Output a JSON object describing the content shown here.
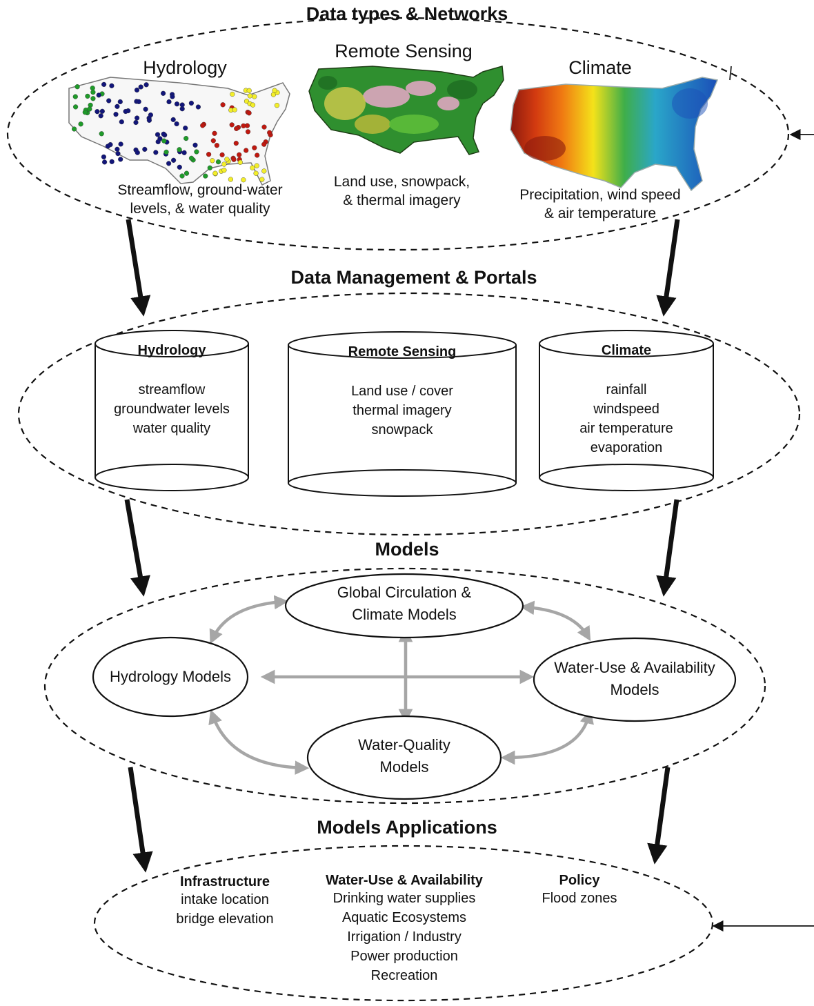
{
  "colors": {
    "outline": "#111111",
    "inter_model_arrow": "#a6a6a6",
    "map_land_green": "#2f8f2f",
    "map_land_pink": "#e7a8c8",
    "climate_red": "#8b1a0e",
    "climate_orange": "#f07a12",
    "climate_yellow": "#f4e21a",
    "climate_green": "#3fae49",
    "climate_blue": "#1b4fb8",
    "station_blue": "#12167a",
    "station_green": "#1f9b2a",
    "station_red": "#c0180f",
    "station_yellow": "#f3ee2a"
  },
  "section1": {
    "title": "Data types & Networks",
    "hydrology": {
      "title": "Hydrology",
      "caption": [
        "Streamflow, ground-water",
        "levels, & water quality"
      ],
      "map_icon": "us-map-station-dots"
    },
    "remote": {
      "title": "Remote Sensing",
      "caption": [
        "Land use, snowpack,",
        "& thermal imagery"
      ],
      "map_icon": "us-map-land-cover"
    },
    "climate": {
      "title": "Climate",
      "caption": [
        "Precipitation,  wind speed",
        "& air temperature"
      ],
      "map_icon": "us-map-climate-gradient"
    }
  },
  "section2": {
    "title": "Data Management & Portals",
    "databases": [
      {
        "name": "Hydrology",
        "items": [
          "streamflow",
          "groundwater levels",
          "water quality"
        ]
      },
      {
        "name": "Remote Sensing",
        "items": [
          "Land use / cover",
          "thermal imagery",
          "snowpack"
        ]
      },
      {
        "name": "Climate",
        "items": [
          "rainfall",
          "windspeed",
          "air temperature",
          "evaporation"
        ]
      }
    ]
  },
  "section3": {
    "title": "Models",
    "gcm": [
      "Global Circulation &",
      "Climate Models"
    ],
    "hydrology": [
      "Hydrology Models"
    ],
    "wateruse": [
      "Water-Use & Availability",
      "Models"
    ],
    "waterquality": [
      "Water-Quality",
      "Models"
    ]
  },
  "section4": {
    "title": "Models Applications",
    "columns": [
      {
        "title": "Infrastructure",
        "items": [
          "intake location",
          "bridge elevation"
        ]
      },
      {
        "title": "Water-Use & Availability",
        "items": [
          "Drinking water supplies",
          "Aquatic Ecosystems",
          "Irrigation / Industry",
          "Power production",
          "Recreation"
        ]
      },
      {
        "title": "Policy",
        "items": [
          "Flood zones"
        ]
      }
    ]
  }
}
